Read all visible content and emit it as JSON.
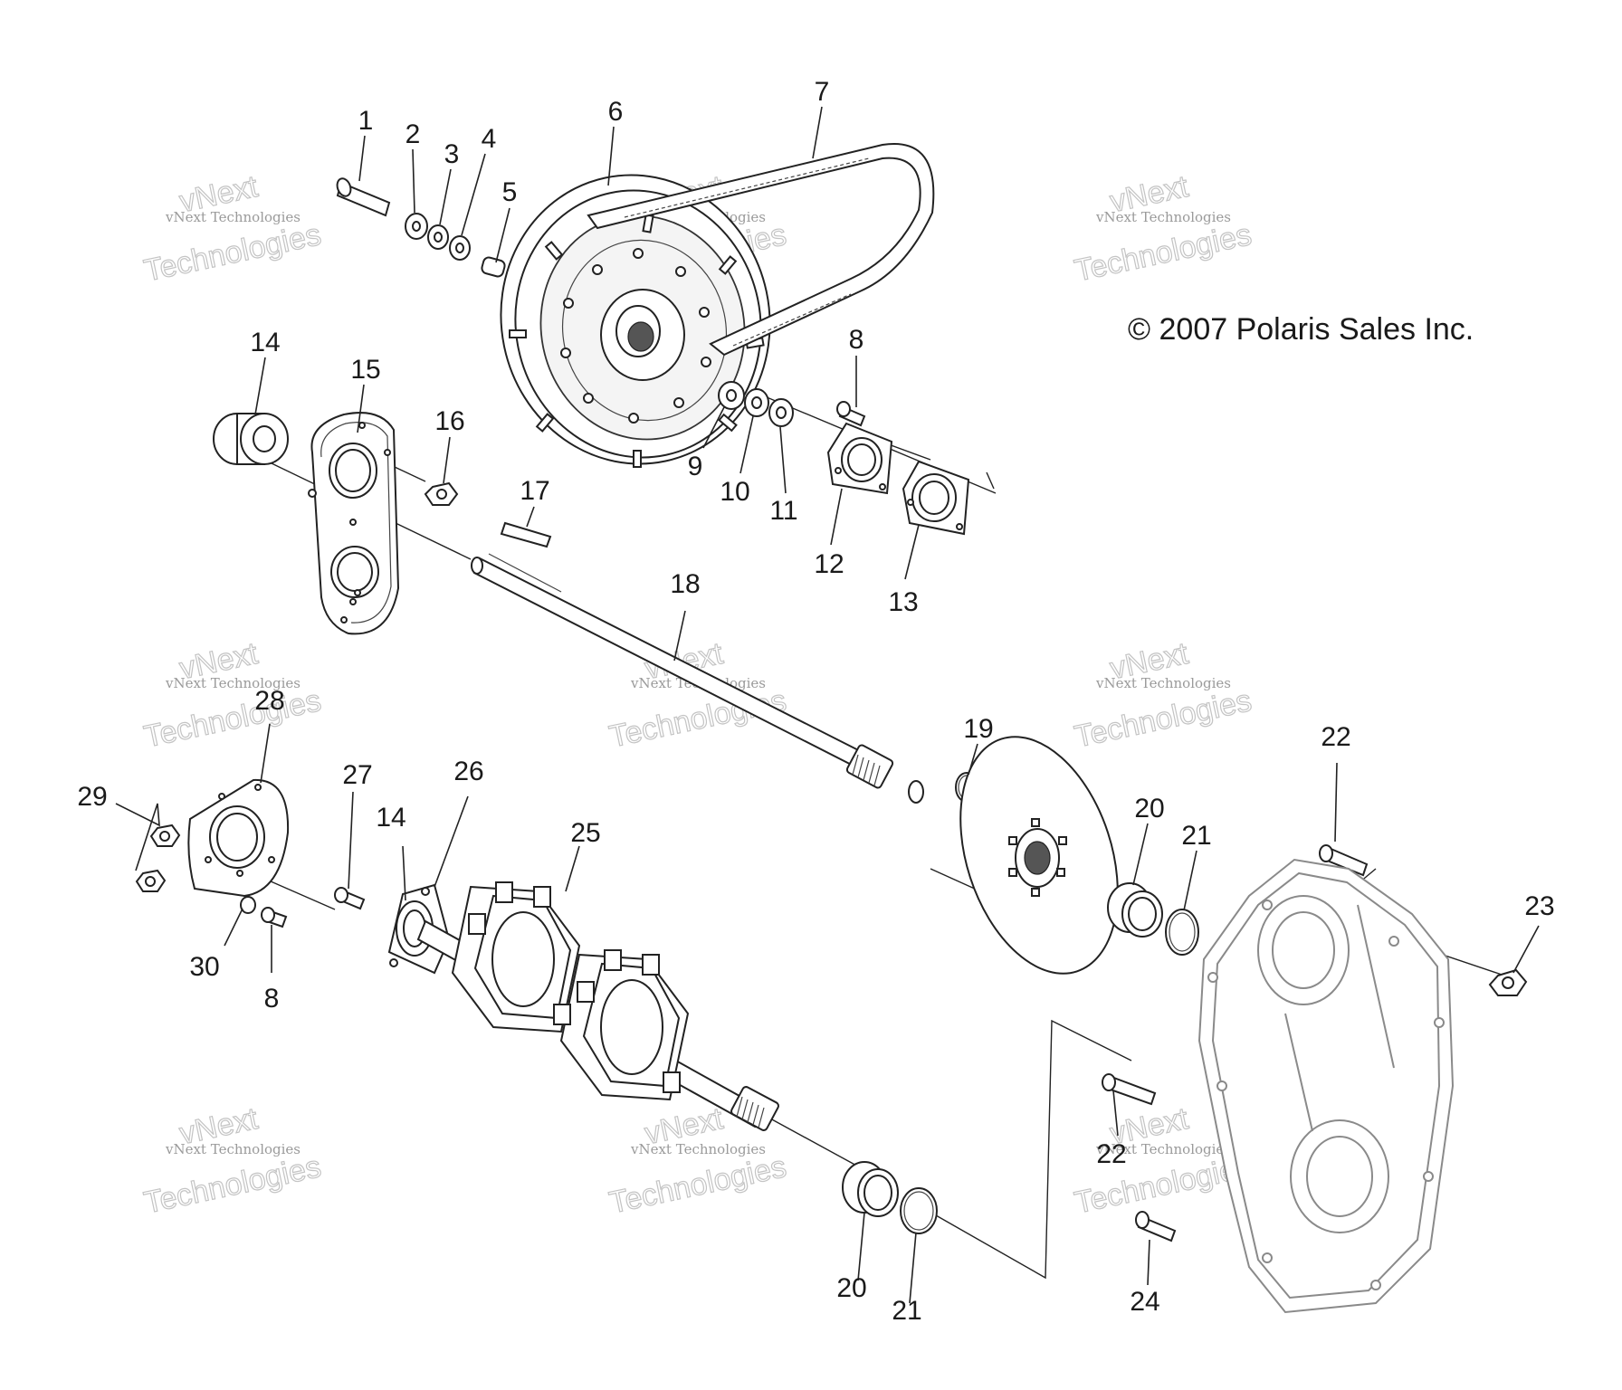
{
  "diagram": {
    "copyright": "© 2007 Polaris Sales Inc.",
    "watermark": {
      "line1": "vNext Technologies",
      "line2": "vNext",
      "line3": "Technologies"
    },
    "callouts": {
      "c1": "1",
      "c2": "2",
      "c3": "3",
      "c4": "4",
      "c5": "5",
      "c6": "6",
      "c7": "7",
      "c8a": "8",
      "c8b": "8",
      "c9": "9",
      "c10": "10",
      "c11": "11",
      "c12": "12",
      "c13": "13",
      "c14a": "14",
      "c14b": "14",
      "c15": "15",
      "c16": "16",
      "c17": "17",
      "c18": "18",
      "c19": "19",
      "c20a": "20",
      "c20b": "20",
      "c21a": "21",
      "c21b": "21",
      "c22a": "22",
      "c22b": "22",
      "c23": "23",
      "c24": "24",
      "c25": "25",
      "c26": "26",
      "c27": "27",
      "c28": "28",
      "c29": "29",
      "c30": "30"
    }
  }
}
